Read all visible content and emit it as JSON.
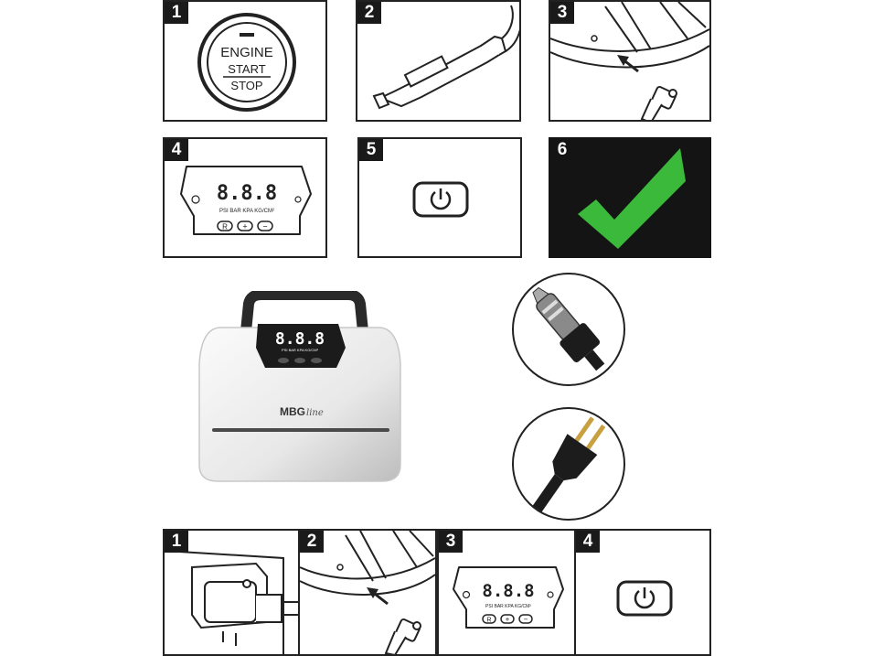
{
  "top_row": {
    "p1": {
      "num": "1",
      "line1": "ENGINE",
      "line2": "START",
      "line3": "STOP"
    },
    "p2": {
      "num": "2"
    },
    "p3": {
      "num": "3"
    },
    "p4": {
      "num": "4",
      "display": "8.8.8",
      "units": "PSI  BAR  KPA  KG/CM²",
      "btn_r": "R",
      "btn_plus": "+",
      "btn_minus": "−"
    },
    "p5": {
      "num": "5"
    },
    "p6": {
      "num": "6"
    }
  },
  "product": {
    "display": "8.8.8",
    "units": "PSI  BAR  KPA  KG/CM²",
    "brand": "MBG",
    "brand_suffix": "line"
  },
  "bottom_row": {
    "p1": {
      "num": "1"
    },
    "p2": {
      "num": "2"
    },
    "p3": {
      "num": "3",
      "display": "8.8.8",
      "units": "PSI  BAR  KPA  KG/CM²",
      "btn_r": "R",
      "btn_plus": "+",
      "btn_minus": "−"
    },
    "p4": {
      "num": "4"
    }
  },
  "colors": {
    "check": "#3bb93b",
    "dark_panel": "#141414",
    "lcd": "#1b1b1b"
  }
}
